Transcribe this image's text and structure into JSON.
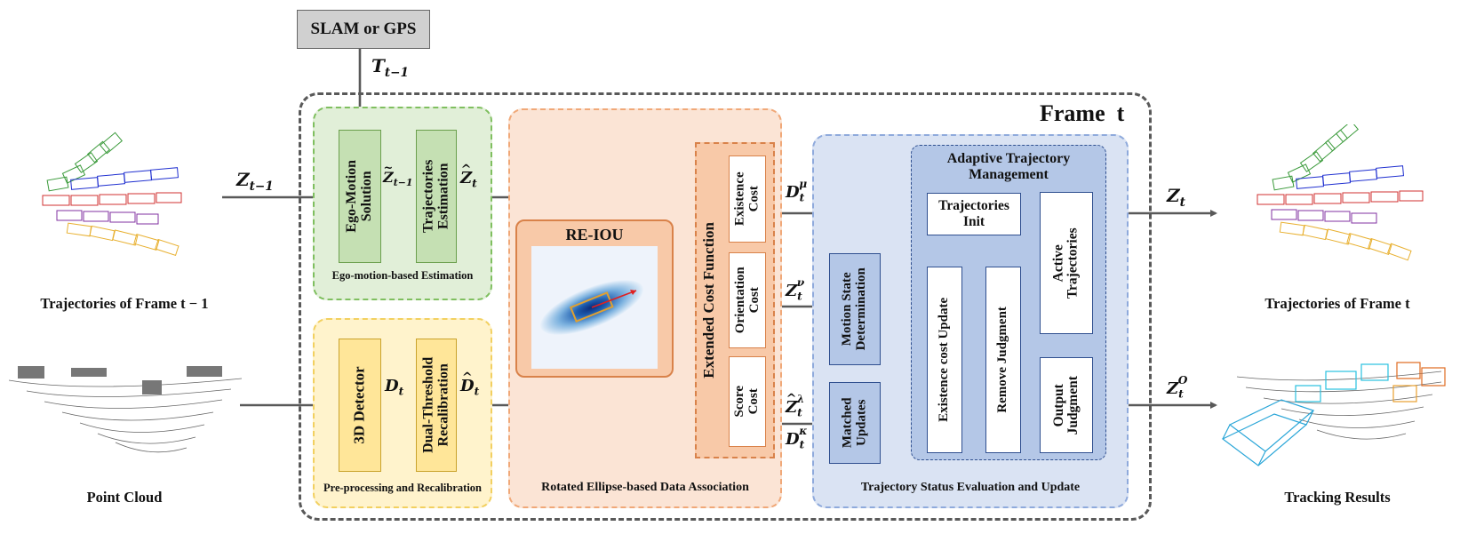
{
  "input": {
    "slam_label": "SLAM or GPS",
    "traj_prev_label": "Trajectories of Frame t − 1",
    "point_cloud_label": "Point Cloud"
  },
  "output": {
    "traj_curr_label": "Trajectories of Frame t",
    "tracking_label": "Tracking Results"
  },
  "frame": {
    "title": "Frame  t"
  },
  "ego": {
    "region_label": "Ego-motion-based Estimation",
    "ego_motion": [
      "Ego-Motion",
      "Solution"
    ],
    "traj_est": [
      "Trajectories",
      "Estimation"
    ]
  },
  "pre": {
    "region_label": "Pre-processing and Recalibration",
    "detector": "3D Detector",
    "dual": [
      "Dual-Threshold",
      "Recalibration"
    ]
  },
  "assoc": {
    "region_label": "Rotated Ellipse-based Data Association",
    "reiou": "RE-IOU",
    "ecf": "Extended Cost Function",
    "existence": [
      "Existence",
      "Cost"
    ],
    "orientation": [
      "Orientation",
      "Cost"
    ],
    "score": [
      "Score",
      "Cost"
    ]
  },
  "status": {
    "region_label": "Trajectory Status Evaluation and Update",
    "motion_state": [
      "Motion State",
      "Determination"
    ],
    "matched": [
      "Matched",
      "Updates"
    ]
  },
  "atm": {
    "title": "Adaptive Trajectory\nManagement",
    "init": "Trajectories\nInit",
    "existence_update": "Existence cost Update",
    "remove": "Remove Judgment",
    "active": [
      "Active",
      "Trajectories"
    ],
    "output": [
      "Output",
      "Judgment"
    ]
  },
  "symbols": {
    "T_prev": {
      "base": "T",
      "sub": "t−1"
    },
    "Z_prev": {
      "base": "Z",
      "sub": "t−1"
    },
    "Z_tilde_prev": {
      "base": "Z",
      "sub": "t−1"
    },
    "Z_hat_t": {
      "base": "Z",
      "sub": "t"
    },
    "D_t": {
      "base": "D",
      "sub": "t"
    },
    "D_hat_t": {
      "base": "D",
      "sub": "t"
    },
    "D_mu": {
      "base": "D",
      "sub": "t",
      "sup": "μ"
    },
    "Z_nu": {
      "base": "Z",
      "sub": "t",
      "sup": "ν"
    },
    "Z_hat_lambda": {
      "base": "Z",
      "sub": "t",
      "sup": "λ"
    },
    "D_kappa": {
      "base": "D",
      "sub": "t",
      "sup": "κ"
    },
    "Z_t": {
      "base": "Z",
      "sub": "t"
    },
    "Z_O": {
      "base": "Z",
      "sub": "t",
      "sup": "O"
    }
  },
  "colors": {
    "ego_fill": "#e1efd8",
    "ego_border": "#7fbf5f",
    "ego_box": "#c5e0b3",
    "pre_fill": "#fff3cc",
    "pre_border": "#f2d060",
    "pre_box": "#ffe699",
    "assoc_fill": "#fbe4d5",
    "assoc_border": "#f0a878",
    "assoc_box": "#f8c9a8",
    "status_fill": "#dae3f3",
    "status_border": "#8faadc",
    "status_box": "#b4c7e7",
    "atm_fill": "#b4c7e7",
    "frame_border": "#595959",
    "arrow": "#595959"
  }
}
